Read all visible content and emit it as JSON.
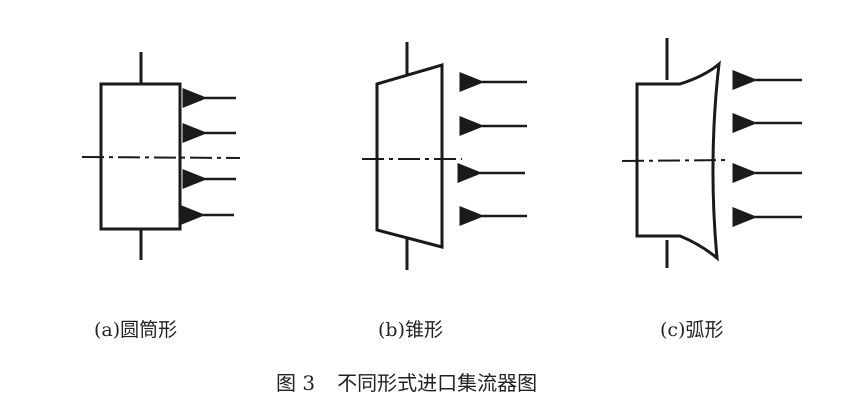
{
  "figure": {
    "number": "图 3",
    "title": "不同形式进口集流器图",
    "line_color": "#1a1a1a"
  },
  "panels": [
    {
      "id": "a",
      "caption": "(a)圆筒形",
      "shape": "cylindrical",
      "flow_arrows": 4
    },
    {
      "id": "b",
      "caption": "(b)锥形",
      "shape": "conical",
      "flow_arrows": 4
    },
    {
      "id": "c",
      "caption": "(c)弧形",
      "shape": "arc",
      "flow_arrows": 4
    }
  ]
}
